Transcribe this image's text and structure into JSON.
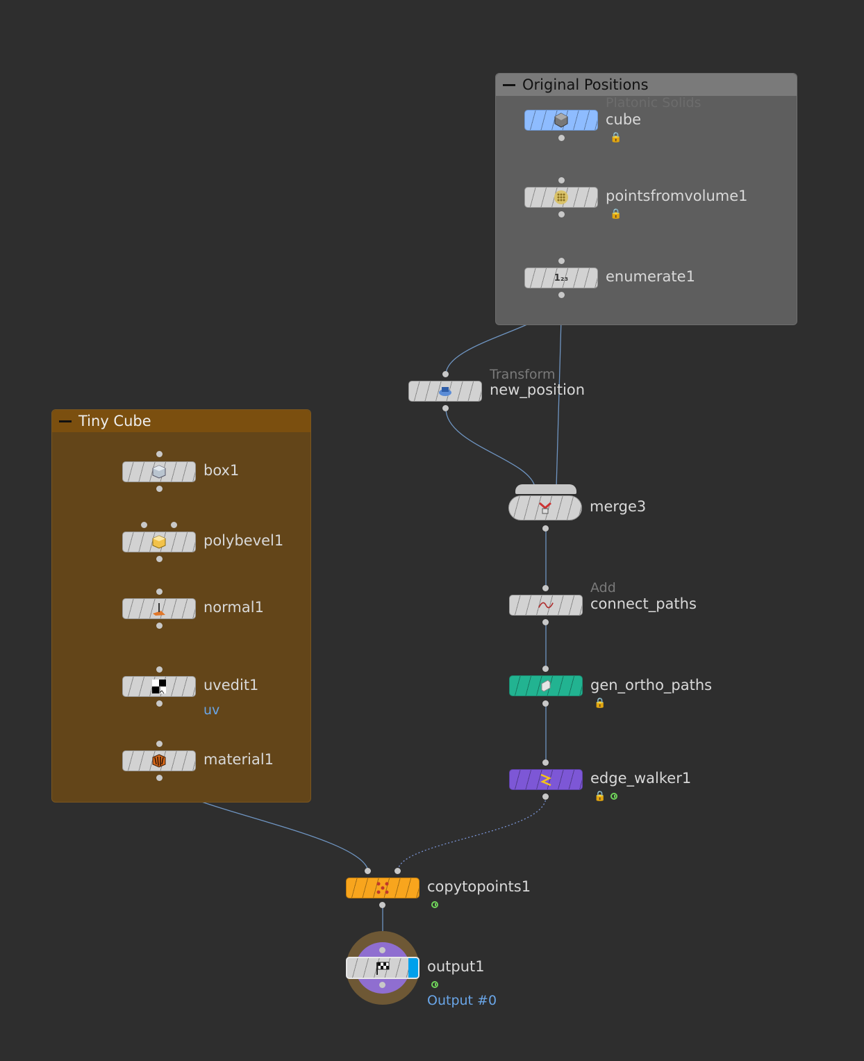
{
  "colors": {
    "background": "#2e2e2e",
    "wire": "#6f95c2",
    "original_positions_box": "#5e5e5e",
    "tiny_cube_box": "#634519",
    "cube_node": "#8ebcff",
    "gen_ortho_paths_node": "#22b391",
    "edge_walker_node": "#7d57d6",
    "copytopoints_node": "#f8a51d",
    "output_badge": "#00a0ec"
  },
  "network_boxes": {
    "original_positions": {
      "title": "Original Positions"
    },
    "tiny_cube": {
      "title": "Tiny Cube"
    }
  },
  "nodes": {
    "cube": {
      "name": "cube",
      "comment": "Platonic Solids",
      "icon": "platonic-solid-icon",
      "locked": true
    },
    "pointsfromvolume": {
      "name": "pointsfromvolume1",
      "icon": "points-from-volume-icon",
      "locked": true
    },
    "enumerate": {
      "name": "enumerate1",
      "icon": "enumerate-icon"
    },
    "new_position": {
      "name": "new_position",
      "comment": "Transform",
      "icon": "transform-icon"
    },
    "merge": {
      "name": "merge3",
      "icon": "merge-icon"
    },
    "connect_paths": {
      "name": "connect_paths",
      "comment": "Add",
      "icon": "add-curve-icon"
    },
    "gen_ortho_paths": {
      "name": "gen_ortho_paths",
      "icon": "ortho-paths-icon",
      "locked": true
    },
    "edge_walker": {
      "name": "edge_walker1",
      "icon": "edge-walker-icon",
      "locked": true,
      "time_dependent": true
    },
    "box": {
      "name": "box1",
      "icon": "box-icon"
    },
    "polybevel": {
      "name": "polybevel1",
      "icon": "polybevel-icon"
    },
    "normal": {
      "name": "normal1",
      "icon": "normal-icon"
    },
    "uvedit": {
      "name": "uvedit1",
      "icon": "uv-edit-icon",
      "attribute": "uv"
    },
    "material": {
      "name": "material1",
      "icon": "material-icon"
    },
    "copytopoints": {
      "name": "copytopoints1",
      "icon": "copy-to-points-icon",
      "time_dependent": true
    },
    "output": {
      "name": "output1",
      "icon": "checkered-flag-icon",
      "time_dependent": true,
      "output_label": "Output #0"
    }
  }
}
